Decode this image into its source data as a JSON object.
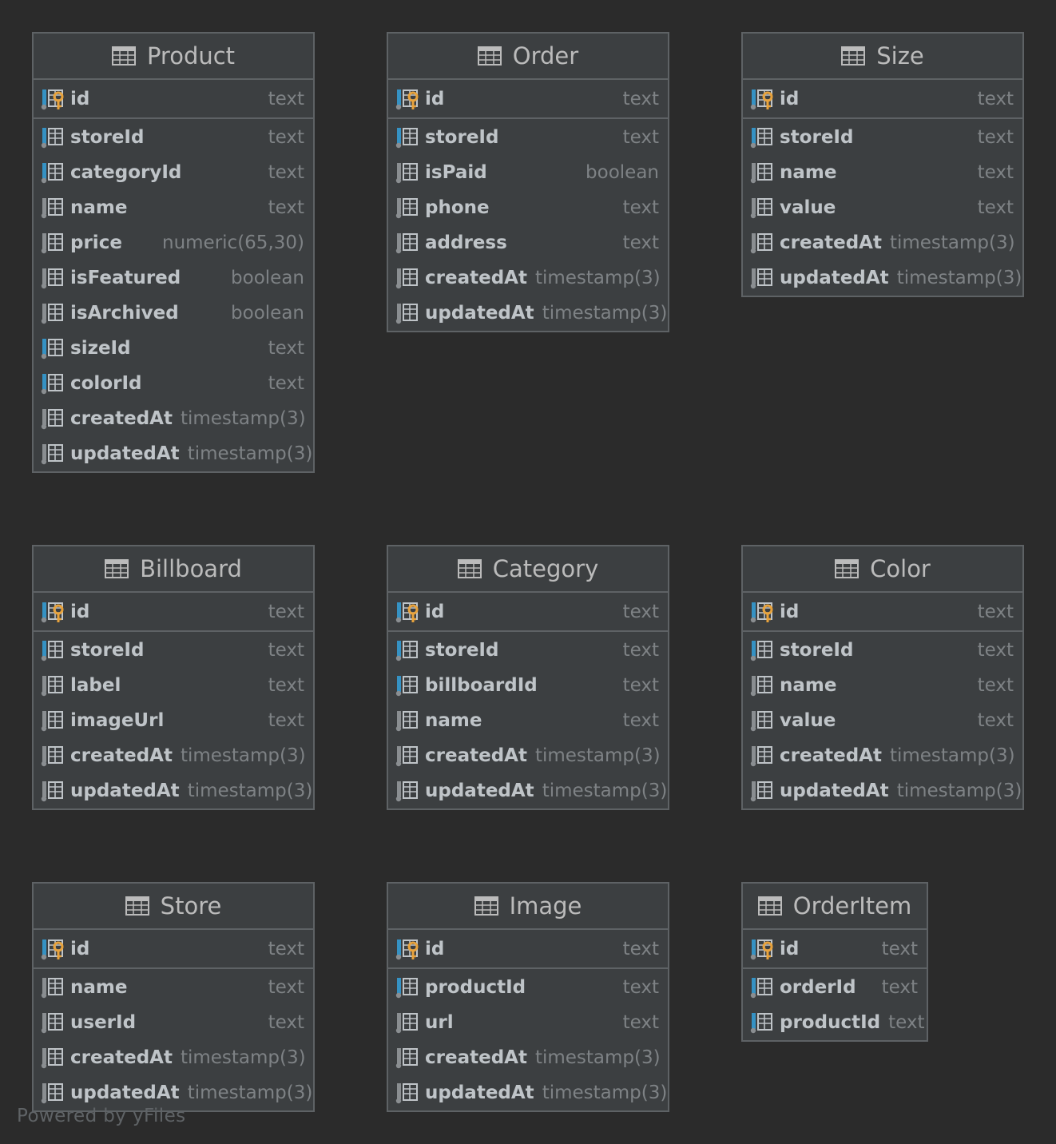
{
  "colors": {
    "background": "#2b2b2b",
    "table_fill": "#3c3f41",
    "border": "#5e6265",
    "header_text": "#bbbbbb",
    "column_name": "#bfc4c8",
    "column_type": "#7e8285",
    "key_icon": "#e8a33d",
    "fk_marker": "#3592c4",
    "footer_text": "#5f6366"
  },
  "tables": [
    {
      "name": "Product",
      "columns": [
        {
          "name": "id",
          "type": "text",
          "icon": "primary-key-icon"
        },
        {
          "name": "storeId",
          "type": "text",
          "icon": "foreign-key-column-icon"
        },
        {
          "name": "categoryId",
          "type": "text",
          "icon": "foreign-key-column-icon"
        },
        {
          "name": "name",
          "type": "text",
          "icon": "column-icon"
        },
        {
          "name": "price",
          "type": "numeric(65,30)",
          "icon": "column-icon"
        },
        {
          "name": "isFeatured",
          "type": "boolean",
          "icon": "column-icon"
        },
        {
          "name": "isArchived",
          "type": "boolean",
          "icon": "column-icon"
        },
        {
          "name": "sizeId",
          "type": "text",
          "icon": "foreign-key-column-icon"
        },
        {
          "name": "colorId",
          "type": "text",
          "icon": "foreign-key-column-icon"
        },
        {
          "name": "createdAt",
          "type": "timestamp(3)",
          "icon": "column-icon"
        },
        {
          "name": "updatedAt",
          "type": "timestamp(3)",
          "icon": "column-icon"
        }
      ]
    },
    {
      "name": "Order",
      "columns": [
        {
          "name": "id",
          "type": "text",
          "icon": "primary-key-icon"
        },
        {
          "name": "storeId",
          "type": "text",
          "icon": "foreign-key-column-icon"
        },
        {
          "name": "isPaid",
          "type": "boolean",
          "icon": "column-icon"
        },
        {
          "name": "phone",
          "type": "text",
          "icon": "column-icon"
        },
        {
          "name": "address",
          "type": "text",
          "icon": "column-icon"
        },
        {
          "name": "createdAt",
          "type": "timestamp(3)",
          "icon": "column-icon"
        },
        {
          "name": "updatedAt",
          "type": "timestamp(3)",
          "icon": "column-icon"
        }
      ]
    },
    {
      "name": "Size",
      "columns": [
        {
          "name": "id",
          "type": "text",
          "icon": "primary-key-icon"
        },
        {
          "name": "storeId",
          "type": "text",
          "icon": "foreign-key-column-icon"
        },
        {
          "name": "name",
          "type": "text",
          "icon": "column-icon"
        },
        {
          "name": "value",
          "type": "text",
          "icon": "column-icon"
        },
        {
          "name": "createdAt",
          "type": "timestamp(3)",
          "icon": "column-icon"
        },
        {
          "name": "updatedAt",
          "type": "timestamp(3)",
          "icon": "column-icon"
        }
      ]
    },
    {
      "name": "Billboard",
      "columns": [
        {
          "name": "id",
          "type": "text",
          "icon": "primary-key-icon"
        },
        {
          "name": "storeId",
          "type": "text",
          "icon": "foreign-key-column-icon"
        },
        {
          "name": "label",
          "type": "text",
          "icon": "column-icon"
        },
        {
          "name": "imageUrl",
          "type": "text",
          "icon": "column-icon"
        },
        {
          "name": "createdAt",
          "type": "timestamp(3)",
          "icon": "column-icon"
        },
        {
          "name": "updatedAt",
          "type": "timestamp(3)",
          "icon": "column-icon"
        }
      ]
    },
    {
      "name": "Category",
      "columns": [
        {
          "name": "id",
          "type": "text",
          "icon": "primary-key-icon"
        },
        {
          "name": "storeId",
          "type": "text",
          "icon": "foreign-key-column-icon"
        },
        {
          "name": "billboardId",
          "type": "text",
          "icon": "foreign-key-column-icon"
        },
        {
          "name": "name",
          "type": "text",
          "icon": "column-icon"
        },
        {
          "name": "createdAt",
          "type": "timestamp(3)",
          "icon": "column-icon"
        },
        {
          "name": "updatedAt",
          "type": "timestamp(3)",
          "icon": "column-icon"
        }
      ]
    },
    {
      "name": "Color",
      "columns": [
        {
          "name": "id",
          "type": "text",
          "icon": "primary-key-icon"
        },
        {
          "name": "storeId",
          "type": "text",
          "icon": "foreign-key-column-icon"
        },
        {
          "name": "name",
          "type": "text",
          "icon": "column-icon"
        },
        {
          "name": "value",
          "type": "text",
          "icon": "column-icon"
        },
        {
          "name": "createdAt",
          "type": "timestamp(3)",
          "icon": "column-icon"
        },
        {
          "name": "updatedAt",
          "type": "timestamp(3)",
          "icon": "column-icon"
        }
      ]
    },
    {
      "name": "Store",
      "columns": [
        {
          "name": "id",
          "type": "text",
          "icon": "primary-key-icon"
        },
        {
          "name": "name",
          "type": "text",
          "icon": "column-icon"
        },
        {
          "name": "userId",
          "type": "text",
          "icon": "column-icon"
        },
        {
          "name": "createdAt",
          "type": "timestamp(3)",
          "icon": "column-icon"
        },
        {
          "name": "updatedAt",
          "type": "timestamp(3)",
          "icon": "column-icon"
        }
      ]
    },
    {
      "name": "Image",
      "columns": [
        {
          "name": "id",
          "type": "text",
          "icon": "primary-key-icon"
        },
        {
          "name": "productId",
          "type": "text",
          "icon": "foreign-key-column-icon"
        },
        {
          "name": "url",
          "type": "text",
          "icon": "column-icon"
        },
        {
          "name": "createdAt",
          "type": "timestamp(3)",
          "icon": "column-icon"
        },
        {
          "name": "updatedAt",
          "type": "timestamp(3)",
          "icon": "column-icon"
        }
      ]
    },
    {
      "name": "OrderItem",
      "columns": [
        {
          "name": "id",
          "type": "text",
          "icon": "primary-key-icon"
        },
        {
          "name": "orderId",
          "type": "text",
          "icon": "foreign-key-column-icon"
        },
        {
          "name": "productId",
          "type": "text",
          "icon": "foreign-key-column-icon"
        }
      ]
    }
  ],
  "footer": {
    "text": "Powered by yFiles"
  }
}
